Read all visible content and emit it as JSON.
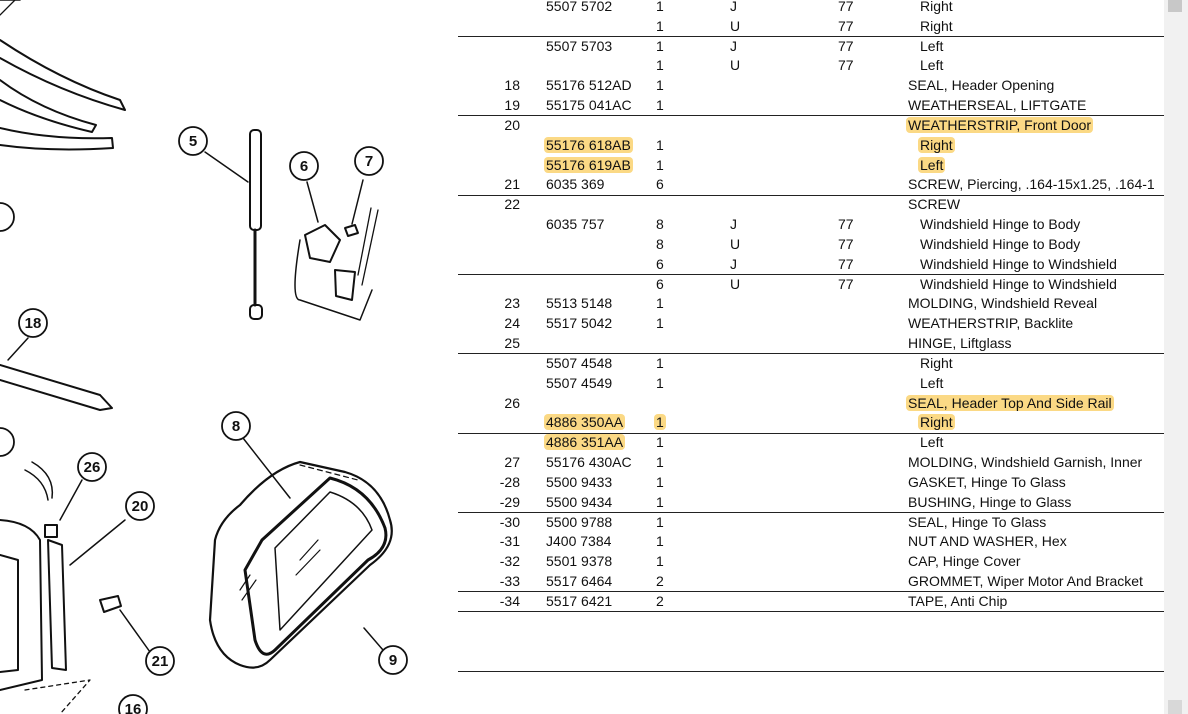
{
  "callouts": [
    "5",
    "6",
    "7",
    "18",
    "8",
    "26",
    "20",
    "21",
    "9",
    "16"
  ],
  "rows": [
    {
      "item": "",
      "part": "5507 5702",
      "qty": "1",
      "code": "J",
      "yr": "77",
      "desc": "Right",
      "sub": true
    },
    {
      "item": "",
      "part": "",
      "qty": "1",
      "code": "U",
      "yr": "77",
      "desc": "Right",
      "sub": true
    },
    {
      "item": "",
      "part": "5507 5703",
      "qty": "1",
      "code": "J",
      "yr": "77",
      "desc": "Left",
      "sub": true
    },
    {
      "item": "",
      "part": "",
      "qty": "1",
      "code": "U",
      "yr": "77",
      "desc": "Left",
      "sub": true
    },
    {
      "item": "18",
      "part": "55176 512AD",
      "qty": "1",
      "code": "",
      "yr": "",
      "desc": "SEAL, Header Opening",
      "sub": false
    },
    {
      "item": "19",
      "part": "55175 041AC",
      "qty": "1",
      "code": "",
      "yr": "",
      "desc": "WEATHERSEAL, LIFTGATE",
      "sub": false
    },
    {
      "item": "20",
      "part": "",
      "qty": "",
      "code": "",
      "yr": "",
      "desc": "WEATHERSTRIP, Front Door",
      "sub": false,
      "hl_desc": true
    },
    {
      "item": "",
      "part": "55176 618AB",
      "qty": "1",
      "code": "",
      "yr": "",
      "desc": "Right",
      "sub": true,
      "hl_part": true,
      "hl_desc": true
    },
    {
      "item": "",
      "part": "55176 619AB",
      "qty": "1",
      "code": "",
      "yr": "",
      "desc": "Left",
      "sub": true,
      "hl_part": true,
      "hl_desc": true
    },
    {
      "item": "21",
      "part": "6035 369",
      "qty": "6",
      "code": "",
      "yr": "",
      "desc": "SCREW, Piercing, .164-15x1.25, .164-1",
      "sub": false
    },
    {
      "item": "22",
      "part": "",
      "qty": "",
      "code": "",
      "yr": "",
      "desc": "SCREW",
      "sub": false
    },
    {
      "item": "",
      "part": "6035 757",
      "qty": "8",
      "code": "J",
      "yr": "77",
      "desc": "Windshield Hinge to Body",
      "sub": true
    },
    {
      "item": "",
      "part": "",
      "qty": "8",
      "code": "U",
      "yr": "77",
      "desc": "Windshield Hinge to Body",
      "sub": true
    },
    {
      "item": "",
      "part": "",
      "qty": "6",
      "code": "J",
      "yr": "77",
      "desc": "Windshield Hinge to Windshield",
      "sub": true
    },
    {
      "item": "",
      "part": "",
      "qty": "6",
      "code": "U",
      "yr": "77",
      "desc": "Windshield Hinge to Windshield",
      "sub": true
    },
    {
      "item": "23",
      "part": "5513 5148",
      "qty": "1",
      "code": "",
      "yr": "",
      "desc": "MOLDING, Windshield Reveal",
      "sub": false
    },
    {
      "item": "24",
      "part": "5517 5042",
      "qty": "1",
      "code": "",
      "yr": "",
      "desc": "WEATHERSTRIP, Backlite",
      "sub": false
    },
    {
      "item": "25",
      "part": "",
      "qty": "",
      "code": "",
      "yr": "",
      "desc": "HINGE, Liftglass",
      "sub": false
    },
    {
      "item": "",
      "part": "5507 4548",
      "qty": "1",
      "code": "",
      "yr": "",
      "desc": "Right",
      "sub": true
    },
    {
      "item": "",
      "part": "5507 4549",
      "qty": "1",
      "code": "",
      "yr": "",
      "desc": "Left",
      "sub": true
    },
    {
      "item": "26",
      "part": "",
      "qty": "",
      "code": "",
      "yr": "",
      "desc": "SEAL, Header Top And Side Rail",
      "sub": false,
      "hl_desc": true
    },
    {
      "item": "",
      "part": "4886 350AA",
      "qty": "1",
      "code": "",
      "yr": "",
      "desc": "Right",
      "sub": true,
      "hl_part": true,
      "hl_qty": true,
      "hl_desc": true
    },
    {
      "item": "",
      "part": "4886 351AA",
      "qty": "1",
      "code": "",
      "yr": "",
      "desc": "Left",
      "sub": true,
      "hl_part": true
    },
    {
      "item": "27",
      "part": "55176 430AC",
      "qty": "1",
      "code": "",
      "yr": "",
      "desc": "MOLDING, Windshield Garnish, Inner",
      "sub": false
    },
    {
      "item": "-28",
      "part": "5500 9433",
      "qty": "1",
      "code": "",
      "yr": "",
      "desc": "GASKET, Hinge To Glass",
      "sub": false
    },
    {
      "item": "-29",
      "part": "5500 9434",
      "qty": "1",
      "code": "",
      "yr": "",
      "desc": "BUSHING, Hinge to Glass",
      "sub": false
    },
    {
      "item": "-30",
      "part": "5500 9788",
      "qty": "1",
      "code": "",
      "yr": "",
      "desc": "SEAL, Hinge To Glass",
      "sub": false
    },
    {
      "item": "-31",
      "part": "J400 7384",
      "qty": "1",
      "code": "",
      "yr": "",
      "desc": "NUT AND WASHER, Hex",
      "sub": false
    },
    {
      "item": "-32",
      "part": "5501 9378",
      "qty": "1",
      "code": "",
      "yr": "",
      "desc": "CAP, Hinge Cover",
      "sub": false
    },
    {
      "item": "-33",
      "part": "5517 6464",
      "qty": "2",
      "code": "",
      "yr": "",
      "desc": "GROMMET, Wiper Motor And Bracket",
      "sub": false
    },
    {
      "item": "-34",
      "part": "5517 6421",
      "qty": "2",
      "code": "",
      "yr": "",
      "desc": "TAPE, Anti Chip",
      "sub": false
    }
  ],
  "separators_after_row": [
    1,
    5,
    9,
    13,
    17,
    21,
    25,
    29,
    30
  ],
  "highlight_color": "#fbd985"
}
